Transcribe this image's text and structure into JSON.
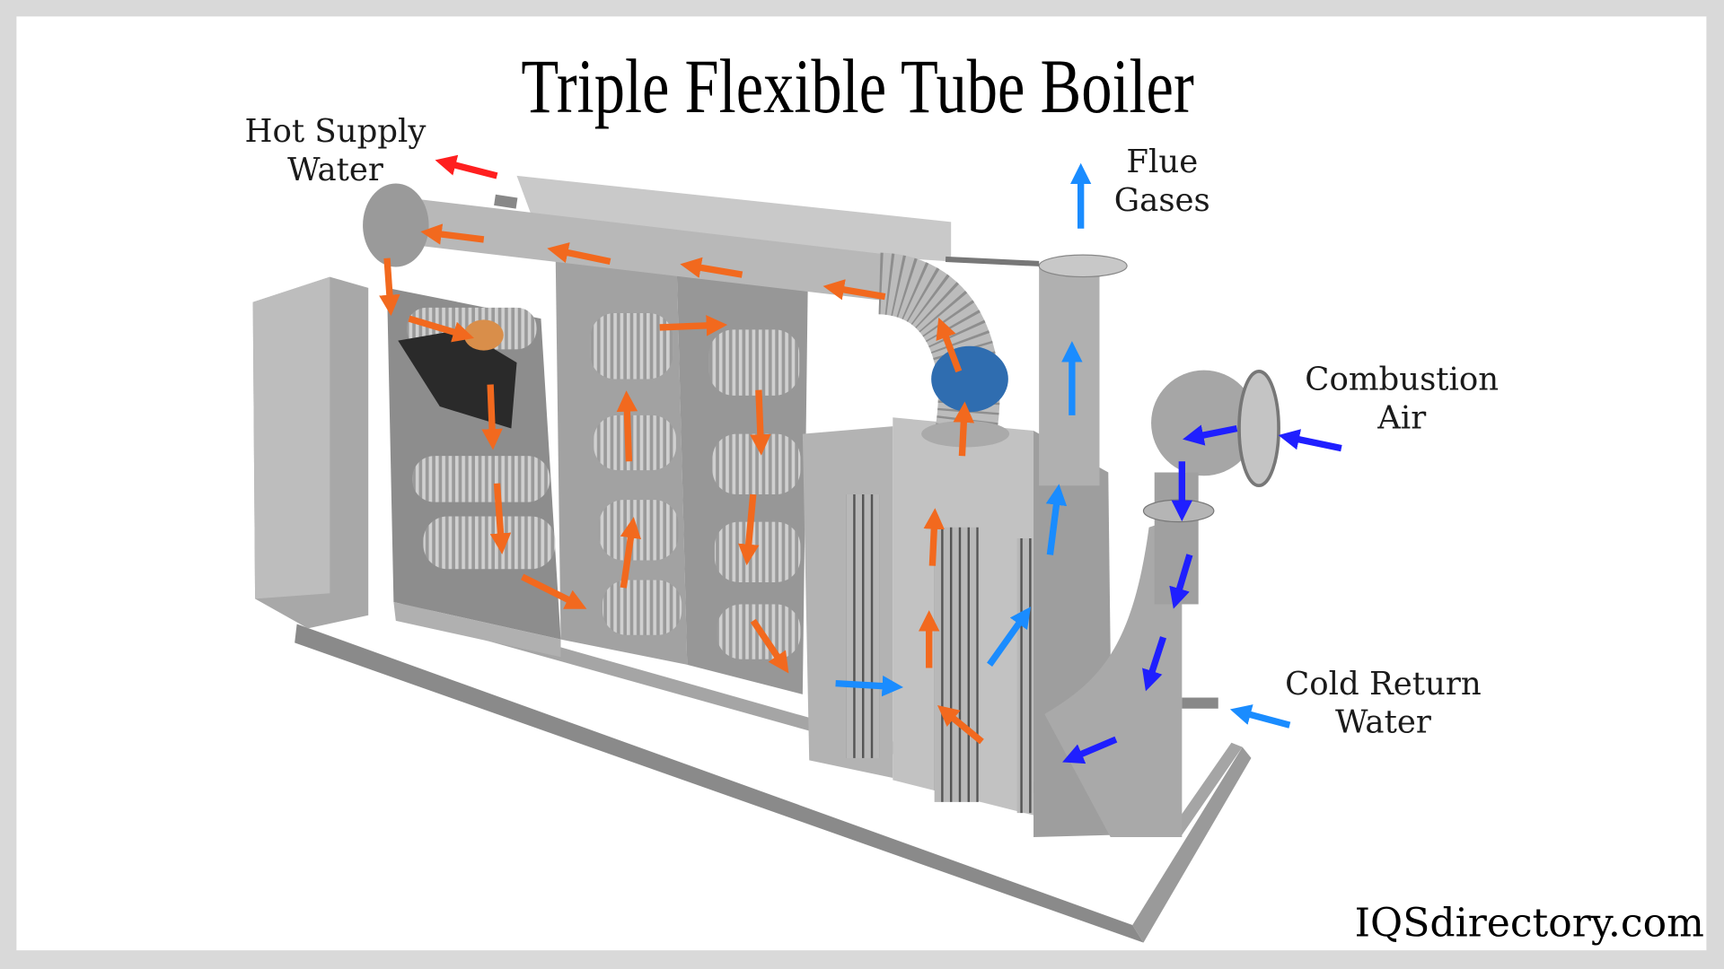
{
  "title": "Triple Flexible Tube Boiler",
  "labels": {
    "hot_supply": {
      "line1": "Hot Supply",
      "line2": "Water"
    },
    "flue": {
      "line1": "Flue",
      "line2": "Gases"
    },
    "combustion": {
      "line1": "Combustion",
      "line2": "Air"
    },
    "cold_return": {
      "line1": "Cold Return",
      "line2": "Water"
    }
  },
  "brand": "IQSdirectory.com",
  "colors": {
    "hot_water_arrow": "#f2691e",
    "hot_supply_arrow": "#ff1f1f",
    "flue_arrow": "#1a8cff",
    "air_arrow": "#1f1fff",
    "background": "#d9d9d9"
  }
}
